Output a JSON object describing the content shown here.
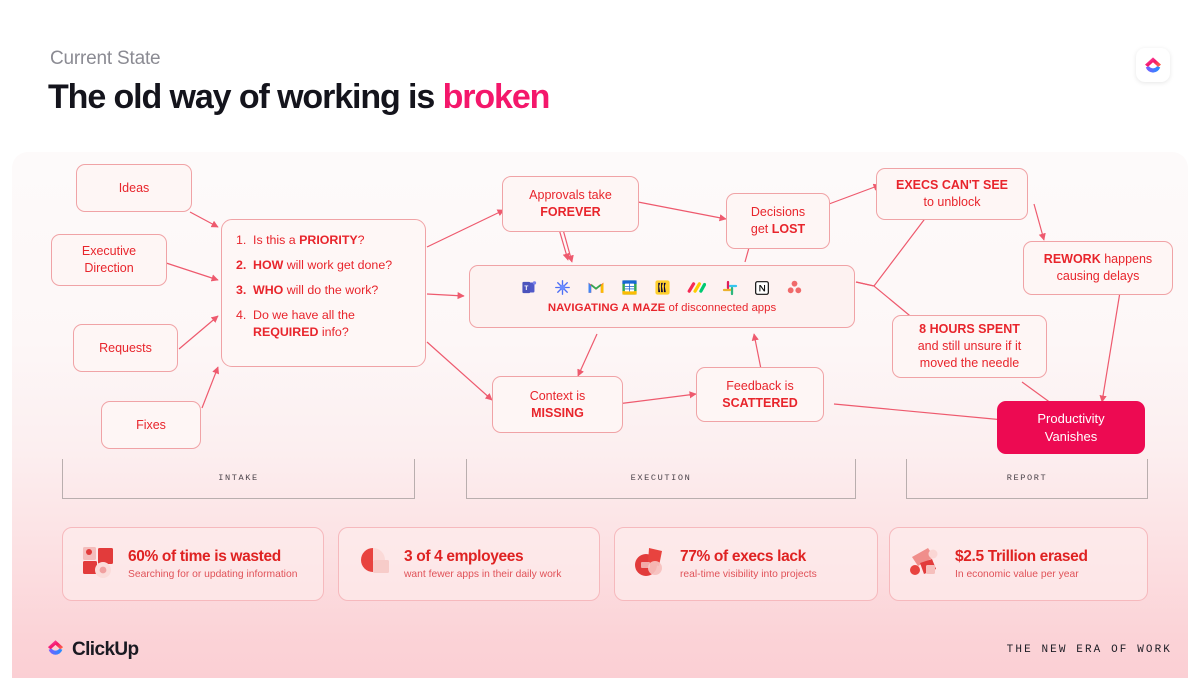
{
  "header": {
    "eyebrow": "Current State",
    "headline_main": "The old way of working is ",
    "headline_accent": "broken",
    "brandmark_icon": "clickup-logo-icon"
  },
  "colors": {
    "accent_pink": "#F4176B",
    "node_red": "#E8252C",
    "solid_node_bg": "#ED0A52",
    "stat_red": "#DF2222",
    "wire": "#EE5A6E"
  },
  "diagram": {
    "nodes": [
      {
        "id": "ideas",
        "label": "Ideas"
      },
      {
        "id": "exec-dir",
        "label": "Executive\nDirection",
        "lines": [
          "Executive",
          "Direction"
        ]
      },
      {
        "id": "requests",
        "label": "Requests"
      },
      {
        "id": "fixes",
        "label": "Fixes"
      },
      {
        "id": "approvals",
        "lines": [
          "Approvals take",
          "FOREVER"
        ],
        "bold_line": 1
      },
      {
        "id": "decisions",
        "lines": [
          "Decisions",
          "get LOST"
        ]
      },
      {
        "id": "execs",
        "lines": [
          "EXECS CAN'T SEE",
          "to unblock"
        ],
        "bold_line": 0
      },
      {
        "id": "rework",
        "lines": [
          "REWORK happens",
          "causing delays"
        ]
      },
      {
        "id": "eight-hours",
        "lines": [
          "8 HOURS SPENT",
          "and still unsure if it",
          "moved the needle"
        ],
        "bold_line": 0
      },
      {
        "id": "context",
        "lines": [
          "Context is",
          "MISSING"
        ],
        "bold_line": 1
      },
      {
        "id": "feedback",
        "lines": [
          "Feedback is",
          "SCATTERED"
        ],
        "bold_line": 1
      },
      {
        "id": "productivity",
        "lines": [
          "Productivity",
          "Vanishes"
        ],
        "solid": true
      }
    ],
    "questions": {
      "items": [
        {
          "num": "1.",
          "num_bold": false,
          "pre": "Is this a ",
          "bold": "PRIORITY",
          "post": "?"
        },
        {
          "num": "2.",
          "num_bold": true,
          "pre": "",
          "bold": "HOW",
          "post": " will work get done?"
        },
        {
          "num": "3.",
          "num_bold": true,
          "pre": "",
          "bold": "WHO",
          "post": " will do the work?"
        },
        {
          "num": "4.",
          "num_bold": false,
          "pre": "Do we have all the ",
          "bold": "REQUIRED",
          "post": " info?"
        }
      ]
    },
    "apps": {
      "caption_bold": "NAVIGATING A MAZE",
      "caption_rest": " of disconnected apps",
      "icon_names": [
        "microsoft-teams-icon",
        "jira-icon",
        "gmail-icon",
        "google-sheets-icon",
        "miro-icon",
        "monday-icon",
        "slack-icon",
        "notion-icon",
        "asana-icon"
      ]
    },
    "phases": [
      {
        "id": "intake",
        "label": "INTAKE"
      },
      {
        "id": "execution",
        "label": "EXECUTION"
      },
      {
        "id": "report",
        "label": "REPORT"
      }
    ]
  },
  "stats": [
    {
      "id": "time-wasted",
      "headline": "60% of time is wasted",
      "sub": "Searching for or updating information",
      "icon": "stat-blocks-icon"
    },
    {
      "id": "fewer-apps",
      "headline": "3 of 4 employees",
      "sub": "want fewer apps in their daily work",
      "icon": "stat-pie-icon"
    },
    {
      "id": "exec-lack",
      "headline": "77% of execs lack",
      "sub": "real-time visibility into projects",
      "icon": "stat-sphere-icon"
    },
    {
      "id": "value-erased",
      "headline": "$2.5 Trillion erased",
      "sub": "In economic value per year",
      "icon": "stat-scatter-icon"
    }
  ],
  "footer": {
    "logo_icon": "clickup-logo-icon",
    "logo_name": "ClickUp",
    "tagline": "THE NEW ERA OF WORK"
  }
}
